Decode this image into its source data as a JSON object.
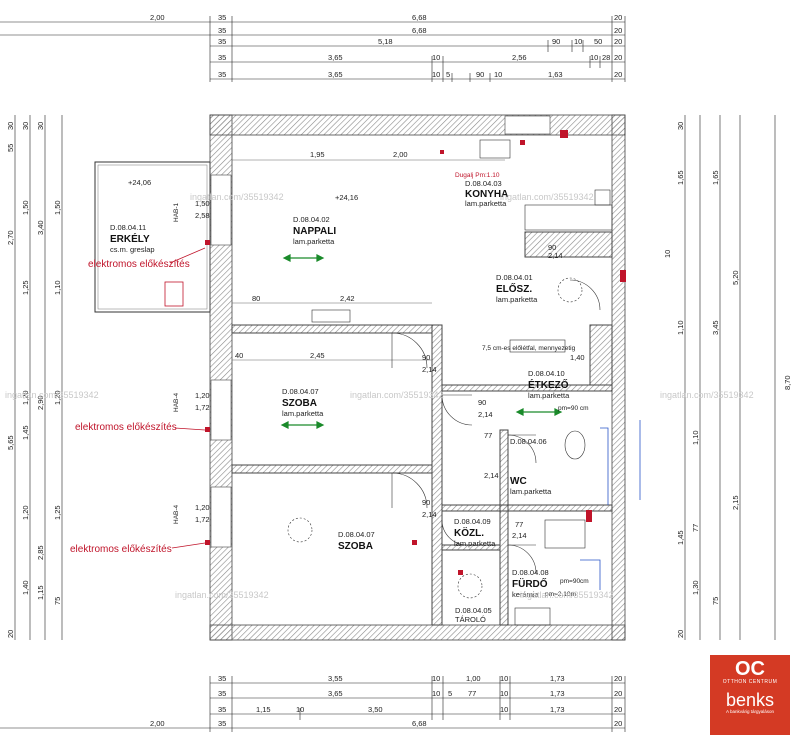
{
  "colors": {
    "wall": "#555555",
    "hatch": "#999999",
    "red": "#c0142a",
    "green": "#1a8a2a",
    "blue": "#2a55c8",
    "logo_bg": "#d43a24"
  },
  "dims_top": {
    "row1": [
      "2,00",
      "35",
      "6,68",
      "20"
    ],
    "row2": [
      "35",
      "6,68",
      "20"
    ],
    "row3": [
      "35",
      "5,18",
      "90",
      "10",
      "50",
      "20"
    ],
    "row4": [
      "35",
      "3,65",
      "10",
      "2,56",
      "10",
      "28",
      "20"
    ],
    "row5": [
      "35",
      "3,65",
      "10",
      "5",
      "90",
      "10",
      "1,63",
      "20"
    ]
  },
  "dims_bottom": {
    "row1": [
      "35",
      "3,55",
      "10",
      "1,00",
      "10",
      "1,73",
      "20"
    ],
    "row2": [
      "35",
      "3,65",
      "10",
      "5",
      "77",
      "10",
      "1,73",
      "20"
    ],
    "row3": [
      "35",
      "1,15",
      "10",
      "3,50",
      "10",
      "1,73",
      "20"
    ],
    "row4": [
      "2,00",
      "35",
      "6,68",
      "20"
    ]
  },
  "dims_left": [
    "30",
    "55",
    "30",
    "30",
    "2,70",
    "1,50",
    "3,40",
    "1,50",
    "1,25",
    "1,10",
    "5,65",
    "1,20",
    "2,90",
    "1,45",
    "1,20",
    "1,25",
    "1,20",
    "2,85",
    "1,40",
    "1,15",
    "20",
    "75"
  ],
  "dims_right": [
    "30",
    "1,65",
    "1,65",
    "10",
    "5,20",
    "1,10",
    "8,70",
    "3,45",
    "1,10",
    "2,15",
    "1,45",
    "77",
    "1,30",
    "20",
    "75"
  ],
  "rooms": {
    "erkely": {
      "code": "D.08.04.11",
      "name": "ERKÉLY",
      "mat": "cs.m. greslap",
      "level": "+24,06"
    },
    "nappali": {
      "code": "D.08.04.02",
      "name": "NAPPALI",
      "mat": "lam.parketta",
      "level": "+24,16"
    },
    "konyha": {
      "code": "D.08.04.03",
      "name": "KONYHA",
      "mat": "lam.parketta"
    },
    "elosz": {
      "code": "D.08.04.01",
      "name": "ELŐSZ.",
      "mat": "lam.parketta"
    },
    "szoba1": {
      "code": "D.08.04.07",
      "name": "SZOBA",
      "mat": "lam.parketta"
    },
    "etkezo": {
      "code": "D.08.04.10",
      "name": "ÉTKEZŐ",
      "mat": "lam.parketta"
    },
    "wc": {
      "code": "D.08.04.06",
      "name": "WC",
      "mat": "lam.parketta"
    },
    "szoba2": {
      "code": "D.08.04.07",
      "name": "SZOBA"
    },
    "kozl": {
      "code": "D.08.04.09",
      "name": "KÖZL.",
      "mat": "lam.parketta"
    },
    "furdo": {
      "code": "D.08.04.08",
      "name": "FÜRDŐ",
      "mat": "kerámia"
    },
    "tarolo": {
      "code": "D.08.04.05",
      "name": "TÁROLÓ"
    }
  },
  "notes": {
    "elektromos": "elektromos előkészítés",
    "dugalj": "Dugalj Pm:1.10",
    "cs_mag": "7,5 cm-es előlétfal, mennyezetig",
    "pm90": "pm=90cm",
    "pm210": "pm=2,10m",
    "pm_kadarka": "pm=90 cm",
    "door_labels": [
      "1,50",
      "2,58",
      "1,20",
      "1,72",
      "1,20",
      "1,72"
    ],
    "window_codes": [
      "HAB-1",
      "HAB-4",
      "HAB-4"
    ]
  },
  "inner_dims": [
    "1,95",
    "2,00",
    "80",
    "2,42",
    "40",
    "2,45",
    "90",
    "2,14",
    "90",
    "2,14",
    "90",
    "2,14",
    "77",
    "2,14",
    "77",
    "2,14",
    "1,40",
    "90",
    "2,14"
  ],
  "watermark": "ingatlan.com/35519342",
  "logo": {
    "mark": "OC",
    "sub": "OTTHON CENTRUM",
    "brand": "benks",
    "tag": "A bankvárig tárgyaláson"
  }
}
